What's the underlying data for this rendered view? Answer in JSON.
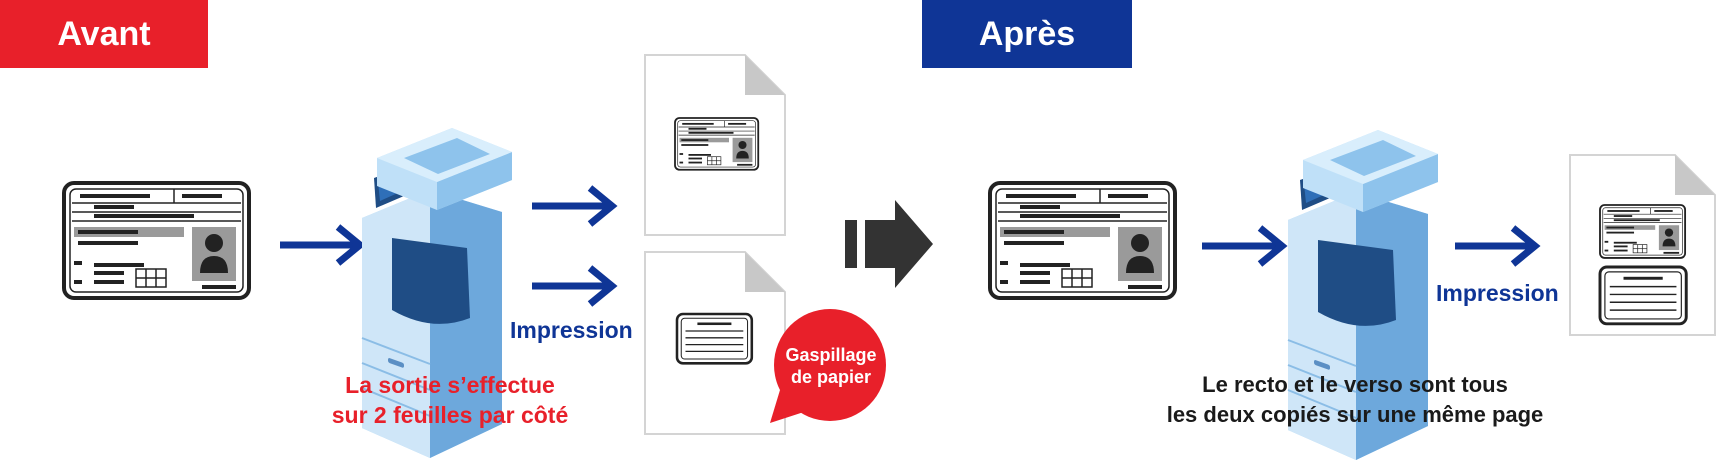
{
  "before": {
    "tag": "Avant",
    "print_label": "Impression",
    "caption_line1": "La sortie s’effectue",
    "caption_line2": "sur 2 feuilles par côté",
    "waste_line1": "Gaspillage",
    "waste_line2": "de papier"
  },
  "after": {
    "tag": "Après",
    "print_label": "Impression",
    "caption_line1": "Le recto et le verso sont tous",
    "caption_line2": "les deux copiés sur une même page"
  },
  "colors": {
    "before_accent": "#e8202a",
    "after_accent": "#0f3596",
    "arrow_blue": "#0f3596",
    "printer_blue": "#7fb8e8",
    "printer_dark": "#1f4d85",
    "transition_arrow": "#333333"
  },
  "icons": [
    "id-card-icon",
    "printer-icon",
    "paper-sheet-icon",
    "arrow-right-icon",
    "speech-bubble-icon"
  ]
}
